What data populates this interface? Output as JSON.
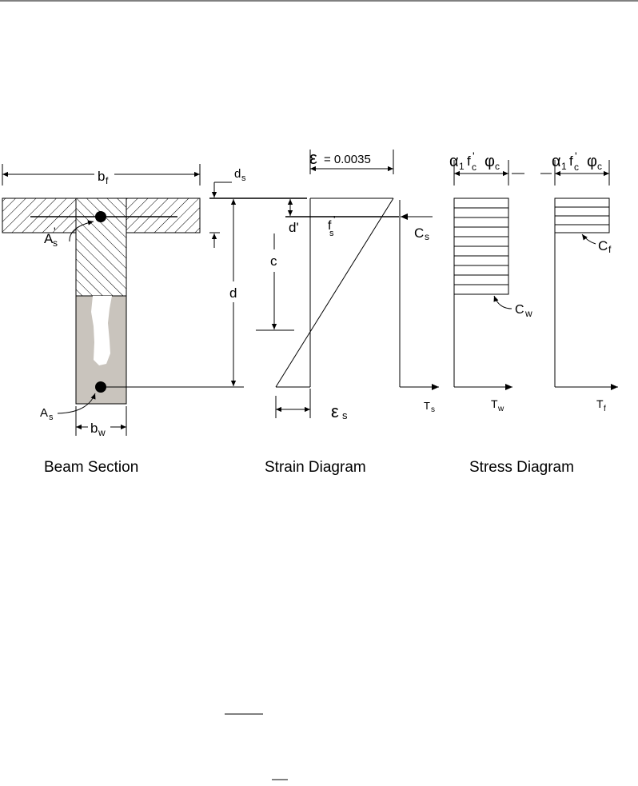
{
  "figure": {
    "beam_section": {
      "caption": "Beam Section",
      "flange_width": {
        "base": "b",
        "sub": "f"
      },
      "web_width": {
        "base": "b",
        "sub": "w"
      },
      "compression_steel": {
        "base": "A",
        "sup": "'",
        "sub": "s"
      },
      "tension_steel": {
        "base": "A",
        "sub": "s"
      },
      "steel_depth": {
        "base": "d",
        "sub": "s"
      },
      "effective_depth": "d"
    },
    "strain_diagram": {
      "caption": "Strain Diagram",
      "top_strain": {
        "symbol": "ε",
        "text": "= 0.0035"
      },
      "compression_steel_depth": "d'",
      "neutral_axis_depth": "c",
      "compression_steel_stress": {
        "base": "f",
        "sup": "'",
        "sub": "s"
      },
      "tension_steel_strain": {
        "symbol": "ε",
        "sub": "s"
      }
    },
    "stress_diagram": {
      "caption": "Stress Diagram",
      "block_intensity": {
        "alpha": "α",
        "alpha_sub": "1",
        "f": "f",
        "f_sup": "'",
        "f_sub": "c",
        "phi": "φ",
        "phi_sub": "c"
      },
      "forces": {
        "Cs": {
          "base": "C",
          "sub": "s"
        },
        "Ts": {
          "base": "T",
          "sub": "s"
        },
        "Cw": {
          "base": "C",
          "sub": "w"
        },
        "Tw": {
          "base": "T",
          "sub": "w"
        },
        "Cf": {
          "base": "C",
          "sub": "f"
        },
        "Tf": {
          "base": "T",
          "sub": "f"
        }
      }
    }
  },
  "colors": {
    "line": "#000000",
    "web_lower_fill": "#c9c4bd",
    "background": "#ffffff"
  }
}
